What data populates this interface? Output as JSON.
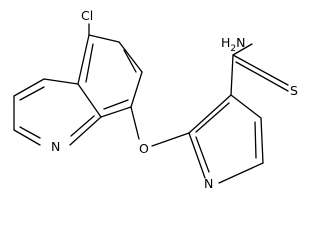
{
  "molecule": {
    "atoms": {
      "cl": "Cl",
      "n_quinoline": "N",
      "o_ether": "O",
      "n_pyridine": "N",
      "s_thio": "S",
      "nh2_main": "H",
      "nh2_sub": "2",
      "nh2_n": "N"
    }
  },
  "colors": {
    "bond": "#000000",
    "label": "#000000",
    "background": "#ffffff"
  }
}
